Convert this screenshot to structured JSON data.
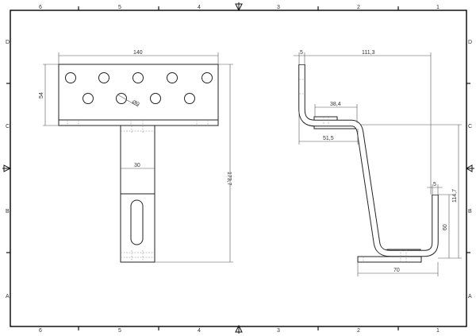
{
  "frame": {
    "columns_top": [
      "6",
      "5",
      "4",
      "3",
      "2",
      "1"
    ],
    "columns_bottom": [
      "6",
      "5",
      "4",
      "3",
      "2",
      "1"
    ],
    "rows_left": [
      "D",
      "C",
      "B",
      "A"
    ],
    "rows_right": [
      "D",
      "C",
      "B",
      "A"
    ]
  },
  "front_view": {
    "width_dim": "140",
    "height_dim": "54",
    "total_height_dim": "173,7",
    "stem_width_dim": "30",
    "hole_dim": "Ø9"
  },
  "side_view": {
    "thickness_top": "5",
    "overall_width": "111,3",
    "dim_38": "38,4",
    "dim_51": "51,5",
    "height_dim": "114,7",
    "thickness_bottom": "5",
    "flange_height": "60",
    "base_width": "70"
  }
}
